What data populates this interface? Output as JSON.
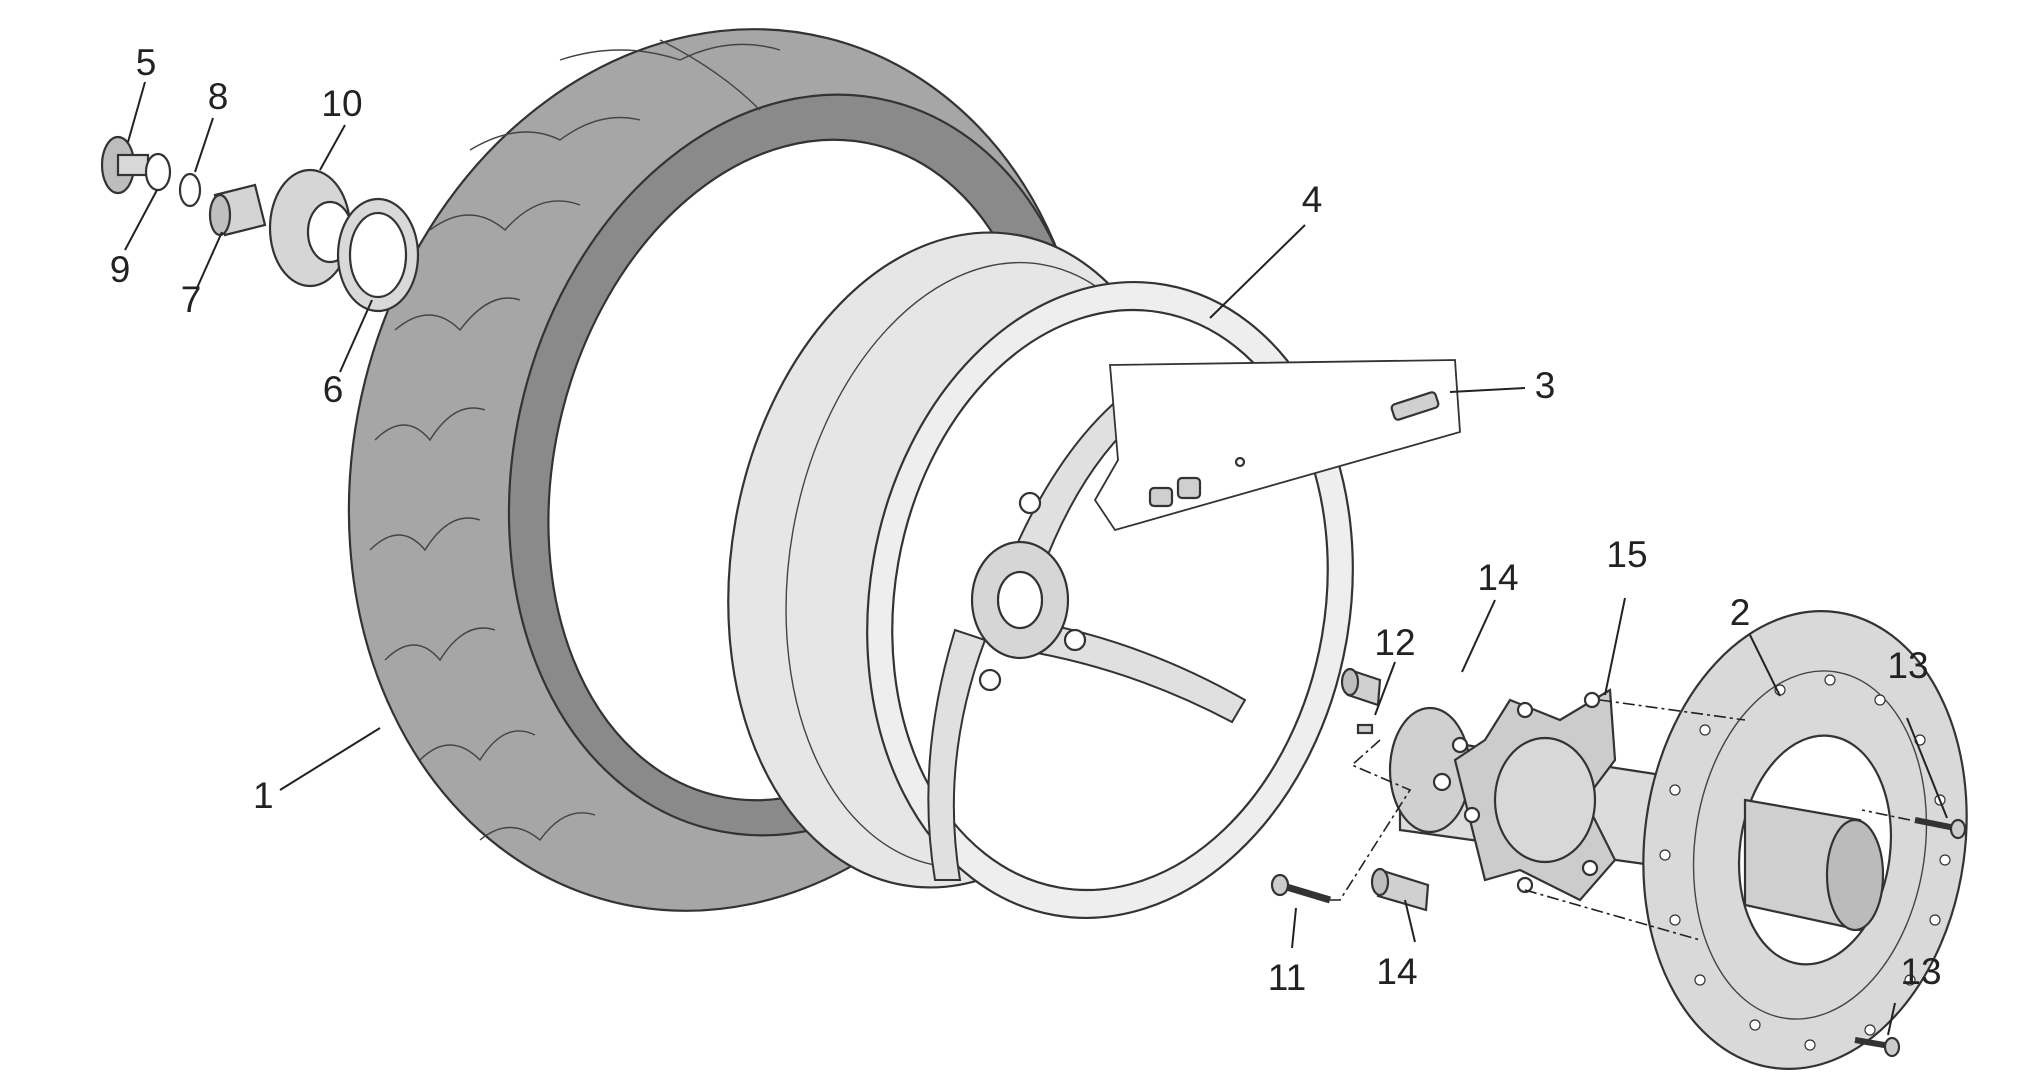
{
  "diagram": {
    "type": "exploded-parts-diagram",
    "colors": {
      "tyre_fill": "#a6a6a6",
      "tyre_dark": "#808080",
      "rim_fill": "#e6e6e6",
      "hub_fill": "#dcdcdc",
      "disc_fill": "#d9d9d9",
      "line": "#222222",
      "background": "#ffffff"
    },
    "callouts": {
      "p1": "1",
      "p2": "2",
      "p3": "3",
      "p4": "4",
      "p5": "5",
      "p6": "6",
      "p7": "7",
      "p8": "8",
      "p9": "9",
      "p10": "10",
      "p11": "11",
      "p12": "12",
      "p13a": "13",
      "p13b": "13",
      "p14a": "14",
      "p14b": "14",
      "p15": "15"
    },
    "parts": [
      "tyre",
      "wheel-rim",
      "valve-kit",
      "brake-disc",
      "hub-flange",
      "spacer",
      "nut",
      "bushing",
      "washer",
      "cover",
      "screw",
      "pin",
      "disc-screw",
      "spacer-sleeve"
    ]
  }
}
